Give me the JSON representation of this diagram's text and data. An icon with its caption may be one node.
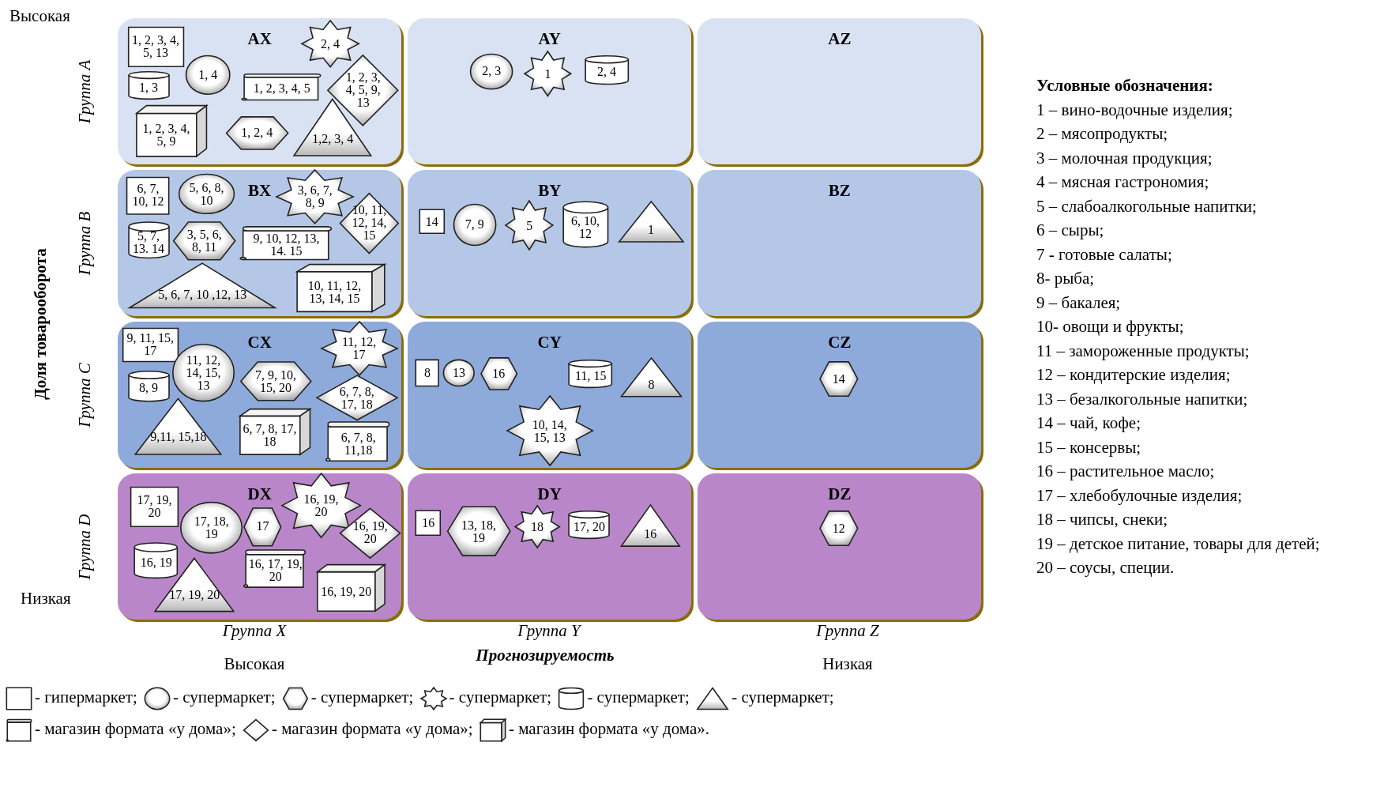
{
  "diagram": {
    "nodes": [
      {
        "text": [
          "AX"
        ]
      },
      {
        "text": [
          "1, 2, 3, 4, 5, 13"
        ],
        "in": 0
      },
      {
        "text": [
          "2, 4"
        ],
        "in": 0
      },
      {
        "text": [
          "1, 3"
        ],
        "in": 0
      },
      {
        "text": [
          "1, 4"
        ],
        "in": 0
      },
      {
        "text": [
          "1, 2, 3, 4, 5"
        ],
        "in": 0
      },
      {
        "text": [
          "1, 2, 3, 4, 5, 9, 13"
        ],
        "in": 0
      },
      {
        "text": [
          "1, 2, 3, 4, 5, 9"
        ],
        "in": 0
      },
      {
        "text": [
          "1, 2, 4"
        ],
        "in": 0
      },
      {
        "text": [
          "1,2, 3, 4"
        ],
        "in": 0
      },
      {
        "text": [
          "AY"
        ]
      },
      {
        "text": [
          "2, 3"
        ],
        "in": 10
      },
      {
        "text": [
          "1"
        ],
        "in": 10
      },
      {
        "text": [
          "2, 4"
        ],
        "in": 10
      },
      {
        "text": [
          "AZ"
        ]
      },
      {
        "text": [
          "BX"
        ]
      },
      {
        "text": [
          "6, 7, 10, 12"
        ],
        "in": 15
      },
      {
        "text": [
          "5, 6, 8, 10"
        ],
        "in": 15
      },
      {
        "text": [
          "3, 6, 7, 8, 9"
        ],
        "in": 15
      },
      {
        "text": [
          "10, 11, 12, 14, 15"
        ],
        "in": 15
      },
      {
        "text": [
          "5, 7, 13. 14"
        ],
        "in": 15
      },
      {
        "text": [
          "3, 5, 6, 8, 11"
        ],
        "in": 15
      },
      {
        "text": [
          "9, 10, 12, 13, 14. 15"
        ],
        "in": 15
      },
      {
        "text": [
          "5, 6, 7, 10 ,12, 13"
        ],
        "in": 15
      },
      {
        "text": [
          "10, 11, 12, 13, 14, 15"
        ],
        "in": 15
      },
      {
        "text": [
          "BY"
        ]
      },
      {
        "text": [
          "14"
        ],
        "in": 25
      },
      {
        "text": [
          "7, 9"
        ],
        "in": 25
      },
      {
        "text": [
          "5"
        ],
        "in": 25
      },
      {
        "text": [
          "6, 10, 12"
        ],
        "in": 25
      },
      {
        "text": [
          "1"
        ],
        "in": 25
      },
      {
        "text": [
          "BZ"
        ]
      },
      {
        "text": [
          "CX"
        ]
      },
      {
        "text": [
          "9, 11, 15, 17"
        ],
        "in": 32
      },
      {
        "text": [
          "11, 12, 14, 15, 13"
        ],
        "in": 32
      },
      {
        "text": [
          "7, 9, 10, 15, 20"
        ],
        "in": 32
      },
      {
        "text": [
          "11, 12, 17"
        ],
        "in": 32
      },
      {
        "text": [
          "8, 9"
        ],
        "in": 32
      },
      {
        "text": [
          "6, 7, 8, 17, 18"
        ],
        "in": 32
      },
      {
        "text": [
          "9,11, 15,18"
        ],
        "in": 32
      },
      {
        "text": [
          "6, 7, 8, 17, 18"
        ],
        "in": 32
      },
      {
        "text": [
          "6, 7, 8, 11,18"
        ],
        "in": 32
      },
      {
        "text": [
          "CY"
        ]
      },
      {
        "text": [
          "8"
        ],
        "in": 42
      },
      {
        "text": [
          "13"
        ],
        "in": 42
      },
      {
        "text": [
          "16"
        ],
        "in": 42
      },
      {
        "text": [
          "11, 15"
        ],
        "in": 42
      },
      {
        "text": [
          "8"
        ],
        "in": 42
      },
      {
        "text": [
          "10, 14, 15, 13"
        ],
        "in": 42
      },
      {
        "text": [
          "CZ"
        ]
      },
      {
        "text": [
          "14"
        ],
        "in": 49
      },
      {
        "text": [
          "DX"
        ]
      },
      {
        "text": [
          "17, 19, 20"
        ],
        "in": 51
      },
      {
        "text": [
          "16, 19, 20"
        ],
        "in": 51
      },
      {
        "text": [
          "17, 18, 19"
        ],
        "in": 51
      },
      {
        "text": [
          "17"
        ],
        "in": 51
      },
      {
        "text": [
          "16, 19, 20"
        ],
        "in": 51
      },
      {
        "text": [
          "16, 19"
        ],
        "in": 51
      },
      {
        "text": [
          "16, 17, 19, 20"
        ],
        "in": 51
      },
      {
        "text": [
          "17, 19, 20"
        ],
        "in": 51
      },
      {
        "text": [
          "16, 19, 20"
        ],
        "in": 51
      },
      {
        "text": [
          "DY"
        ]
      },
      {
        "text": [
          "16"
        ],
        "in": 61
      },
      {
        "text": [
          "13, 18, 19"
        ],
        "in": 61
      },
      {
        "text": [
          "18"
        ],
        "in": 61
      },
      {
        "text": [
          "17, 20"
        ],
        "in": 61
      },
      {
        "text": [
          "16"
        ],
        "in": 61
      },
      {
        "text": [
          "DZ"
        ]
      },
      {
        "text": [
          "12"
        ],
        "in": 67
      }
    ],
    "labels": [
      "Высокая",
      "Доля товарооборота",
      "Группа A",
      "Группа B",
      "Группа C",
      "Группа D",
      "Низкая",
      "Группа X",
      "Группа Y",
      "Группа Z",
      "Высокая",
      "Прогнозируемость",
      "Низкая",
      "Условные обозначения:",
      "1 – вино-водочные изделия;",
      "2 – мясопродукты;",
      "3 – молочная продукция;",
      "4 – мясная гастрономия;",
      "5 – слабоалкогольные напитки;",
      "6 – сыры;",
      "7 - готовые салаты;",
      "8- рыба;",
      "9 – бакалея;",
      "10- овощи и фрукты;",
      "11 – замороженные продукты;",
      "12 – кондитерские изделия;",
      "13 – безалкогольные напитки;",
      "14 – чай, кофе;",
      "15 – консервы;",
      "16 – растительное масло;",
      "17 – хлебобулочные изделия;",
      "18 – чипсы, снеки;",
      "19 – детское питание, товары для детей;",
      "20 – соусы, специи."
    ],
    "legend": [
      {
        "text": "- гипермаркет;"
      },
      {
        "text": "- супермаркет;"
      },
      {
        "text": "- супермаркет;"
      },
      {
        "text": "- супермаркет;"
      },
      {
        "text": "- супермаркет;"
      },
      {
        "text": "- супермаркет;"
      },
      {
        "text": "- магазин формата «у дома»;"
      },
      {
        "text": "- магазин формата «у дома»;"
      },
      {
        "text": "- магазин формата «у дома»."
      }
    ]
  }
}
